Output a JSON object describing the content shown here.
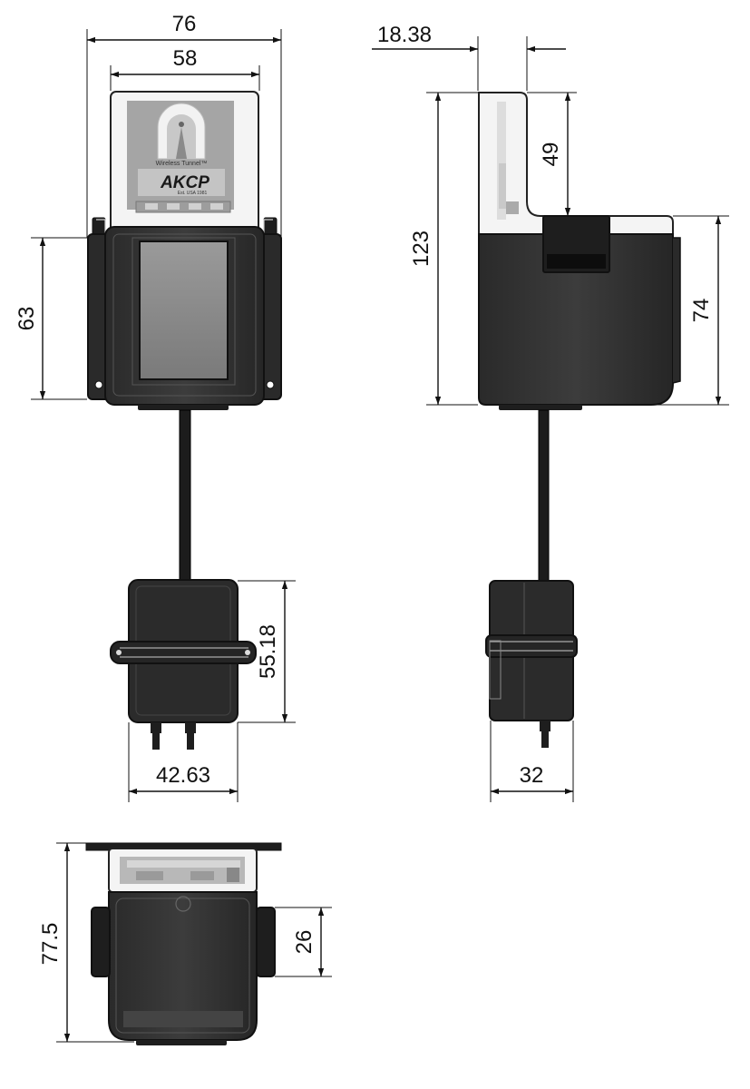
{
  "brand": {
    "logo_text": "AKCP",
    "product_caption": "Wireless Tunnel™",
    "est_text": "Est. USA 1981"
  },
  "dimensions": {
    "front_overall_width": "76",
    "front_cover_width": "58",
    "front_body_height": "63",
    "side_offset": "18.38",
    "side_total_height": "123",
    "side_cover_height": "49",
    "side_body_height": "74",
    "probe_height": "55.18",
    "probe_width": "42.63",
    "probe_depth": "32",
    "bottom_depth": "77.5",
    "bottom_tab_height": "26"
  },
  "colors": {
    "housing_dark": "#1e1e1e",
    "housing_mid": "#3a3a3a",
    "window_grey": "#8c8c8c",
    "cover_clear": "#f2f2f2",
    "label_grey": "#9a9a9a"
  }
}
